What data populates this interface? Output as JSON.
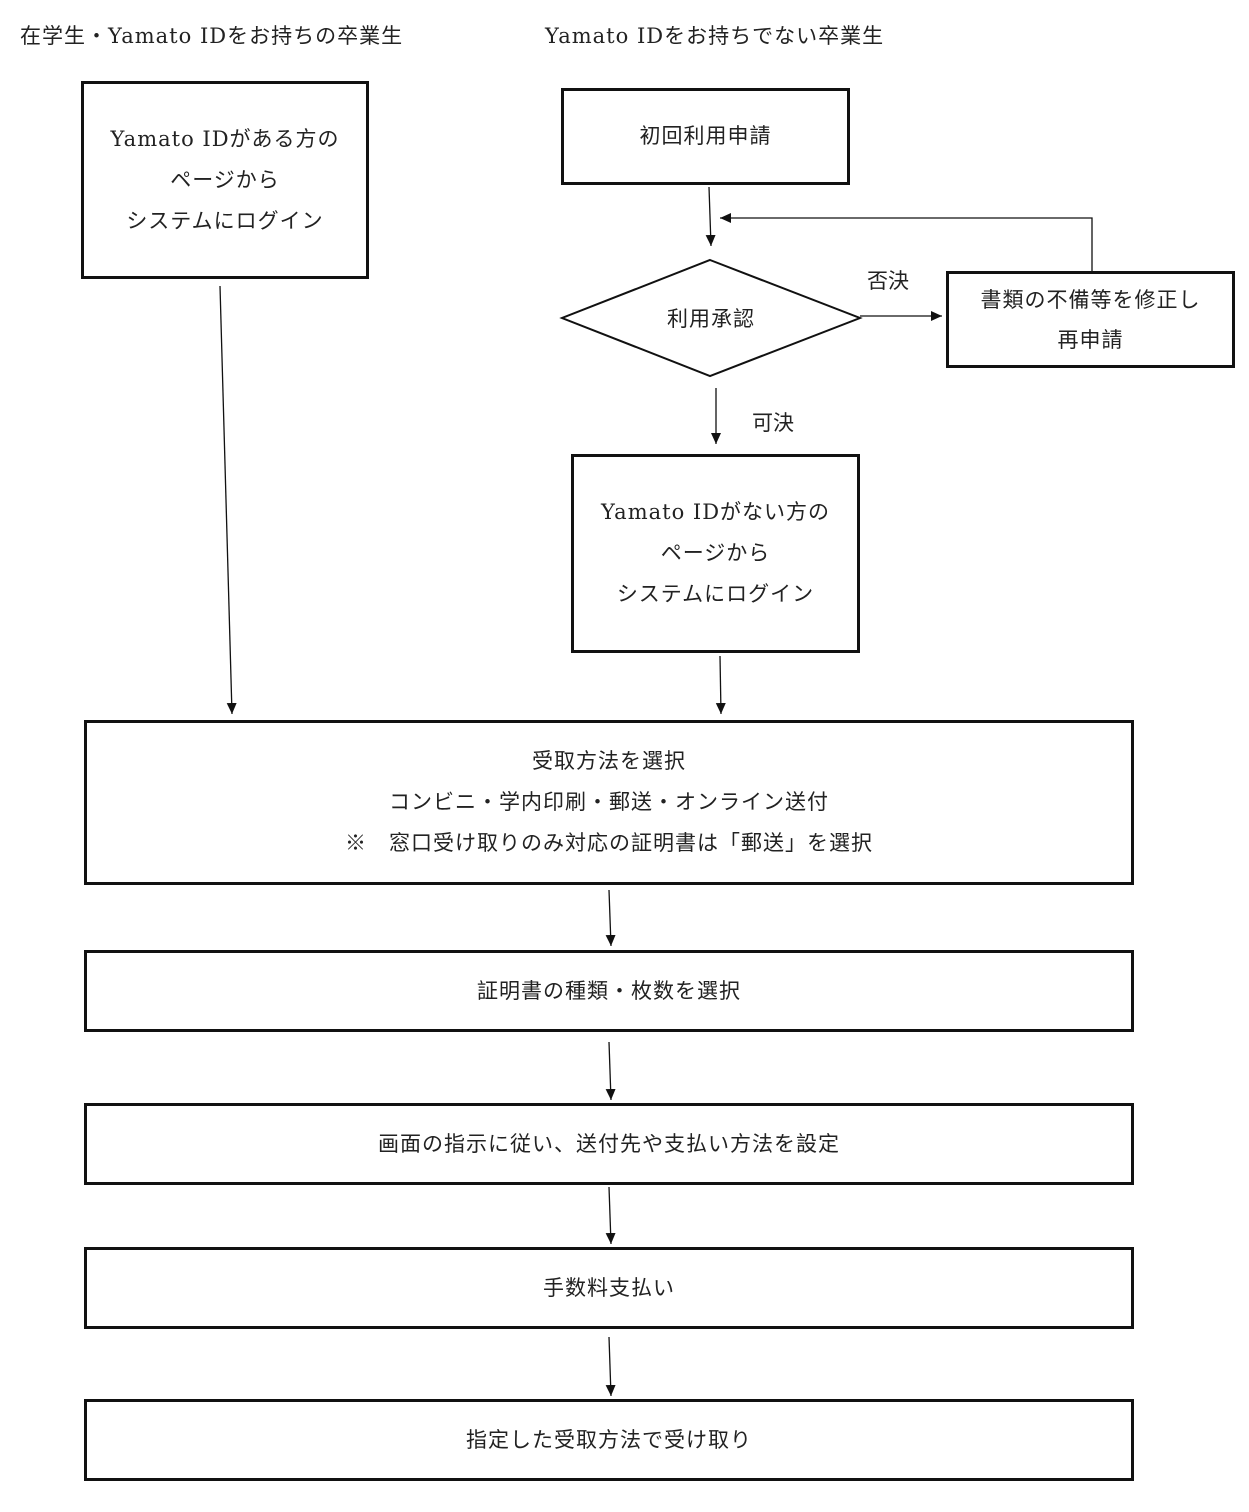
{
  "headings": {
    "left": "在学生・Yamato IDをお持ちの卒業生",
    "right": "Yamato IDをお持ちでない卒業生"
  },
  "nodes": {
    "login_with_id": [
      "Yamato IDがある方の",
      "ページから",
      "システムにログイン"
    ],
    "first_application": "初回利用申請",
    "approval": "利用承認",
    "resubmit": [
      "書類の不備等を修正し",
      "再申請"
    ],
    "login_without_id": [
      "Yamato IDがない方の",
      "ページから",
      "システムにログイン"
    ],
    "select_receipt": [
      "受取方法を選択",
      "コンビニ・学内印刷・郵送・オンライン送付",
      "※　窓口受け取りのみ対応の証明書は「郵送」を選択"
    ],
    "select_certificate": "証明書の種類・枚数を選択",
    "set_delivery": "画面の指示に従い、送付先や支払い方法を設定",
    "pay_fee": "手数料支払い",
    "receive": "指定した受取方法で受け取り"
  },
  "edge_labels": {
    "rejected": "否決",
    "approved": "可決"
  }
}
